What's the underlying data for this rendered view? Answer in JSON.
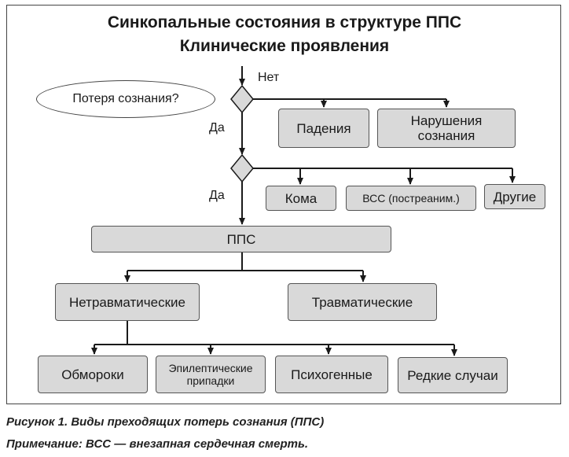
{
  "title": {
    "line1": "Синкопальные состояния в структуре ППС",
    "line2": "Клинические проявления"
  },
  "question": "Потеря сознания?",
  "labels": {
    "no": "Нет",
    "yes1": "Да",
    "yes2": "Да"
  },
  "nodes": {
    "falls": "Падения",
    "consciousness_disorders": "Нарушения сознания",
    "coma": "Кома",
    "scd": "ВСС (постреаним.)",
    "others": "Другие",
    "pps": "ППС",
    "non_traumatic": "Нетравматические",
    "traumatic": "Травматические",
    "syncope": "Обмороки",
    "epileptic": "Эпилептические припадки",
    "psychogenic": "Психогенные",
    "rare": "Редкие случаи"
  },
  "caption": {
    "figure": "Рисунок 1. Виды преходящих потерь сознания (ППС)",
    "note": "Примечание: ВСС — внезапная сердечная смерть."
  },
  "colors": {
    "box_fill": "#d9d9d9",
    "stroke": "#1a1a1a"
  }
}
